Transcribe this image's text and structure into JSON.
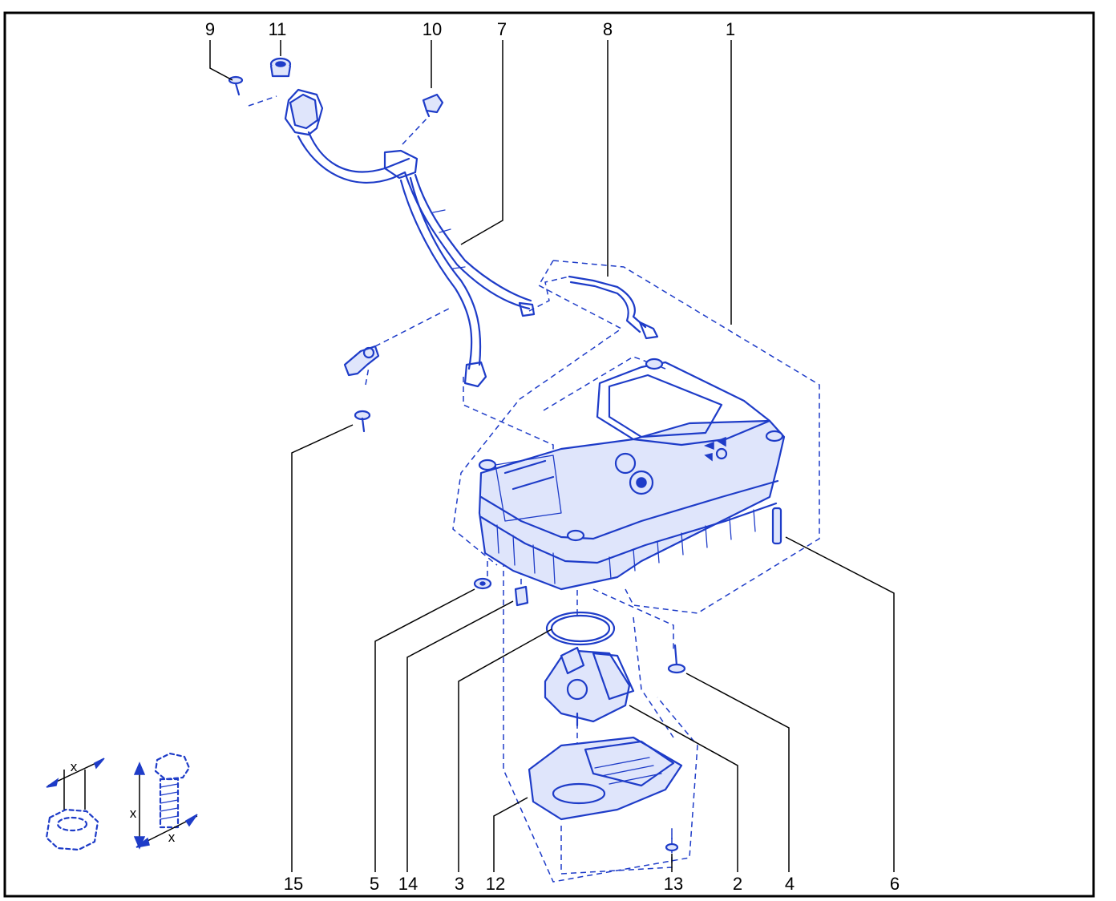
{
  "callouts": [
    {
      "id": "9",
      "label": "9"
    },
    {
      "id": "11",
      "label": "11"
    },
    {
      "id": "10",
      "label": "10"
    },
    {
      "id": "7",
      "label": "7"
    },
    {
      "id": "8",
      "label": "8"
    },
    {
      "id": "1",
      "label": "1"
    },
    {
      "id": "15",
      "label": "15"
    },
    {
      "id": "5",
      "label": "5"
    },
    {
      "id": "14",
      "label": "14"
    },
    {
      "id": "3",
      "label": "3"
    },
    {
      "id": "12",
      "label": "12"
    },
    {
      "id": "13",
      "label": "13"
    },
    {
      "id": "2",
      "label": "2"
    },
    {
      "id": "4",
      "label": "4"
    },
    {
      "id": "6",
      "label": "6"
    }
  ],
  "torque_legend": {
    "nut_dimension": "x",
    "bolt_length_dimension": "x",
    "bolt_thread_dimension": "x"
  },
  "colors": {
    "line_art": "#1e3cc8",
    "frame": "#000000",
    "background": "#ffffff"
  }
}
